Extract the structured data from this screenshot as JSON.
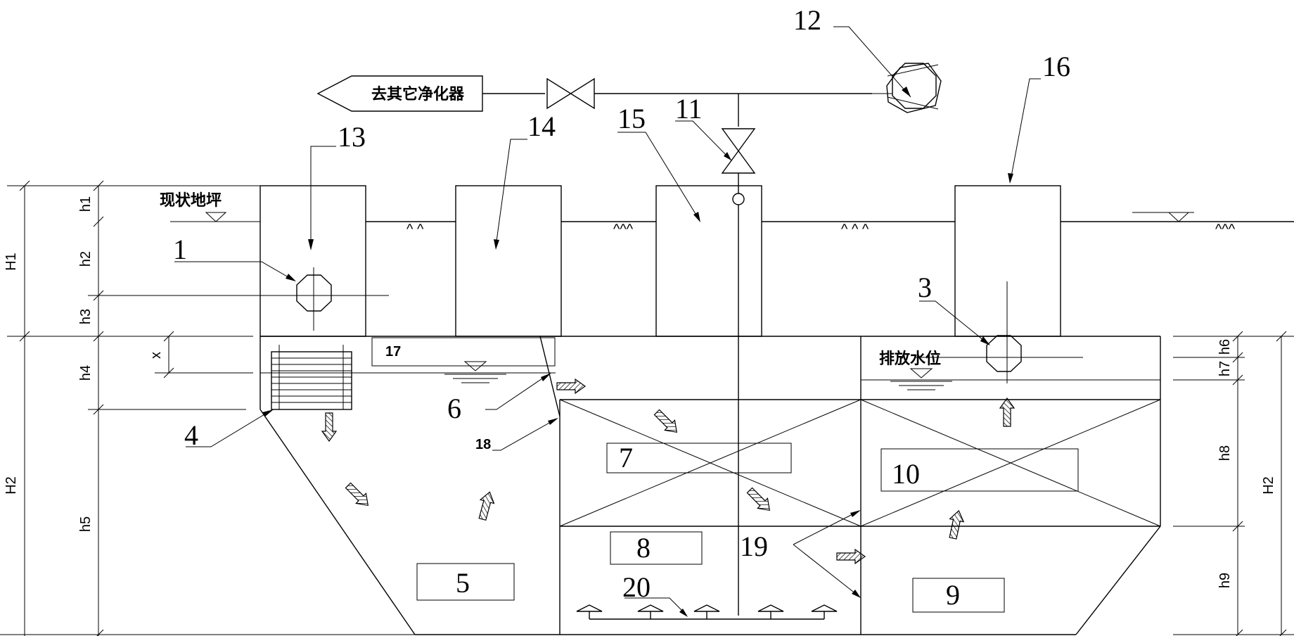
{
  "labels": {
    "n1": "1",
    "n3": "3",
    "n4": "4",
    "n5": "5",
    "n6": "6",
    "n7": "7",
    "n8": "8",
    "n9": "9",
    "n10": "10",
    "n11": "11",
    "n12": "12",
    "n13": "13",
    "n14": "14",
    "n15": "15",
    "n16": "16",
    "n17": "17",
    "n18": "18",
    "n19": "19",
    "n20": "20"
  },
  "text": {
    "to_other_purifier": "去其它净化器",
    "ground_level": "现状地坪",
    "discharge_level": "排放水位"
  },
  "dimensions": {
    "H1": "H1",
    "H2_left": "H2",
    "H2_right": "H2",
    "h1": "h1",
    "h2": "h2",
    "h3": "h3",
    "h4": "h4",
    "h5": "h5",
    "h6": "h6",
    "h7": "h7",
    "h8": "h8",
    "h9": "h9",
    "x": "x"
  },
  "ground_marks": [
    "^ ^",
    "^^^",
    "^ ^ ^",
    "^^^"
  ]
}
